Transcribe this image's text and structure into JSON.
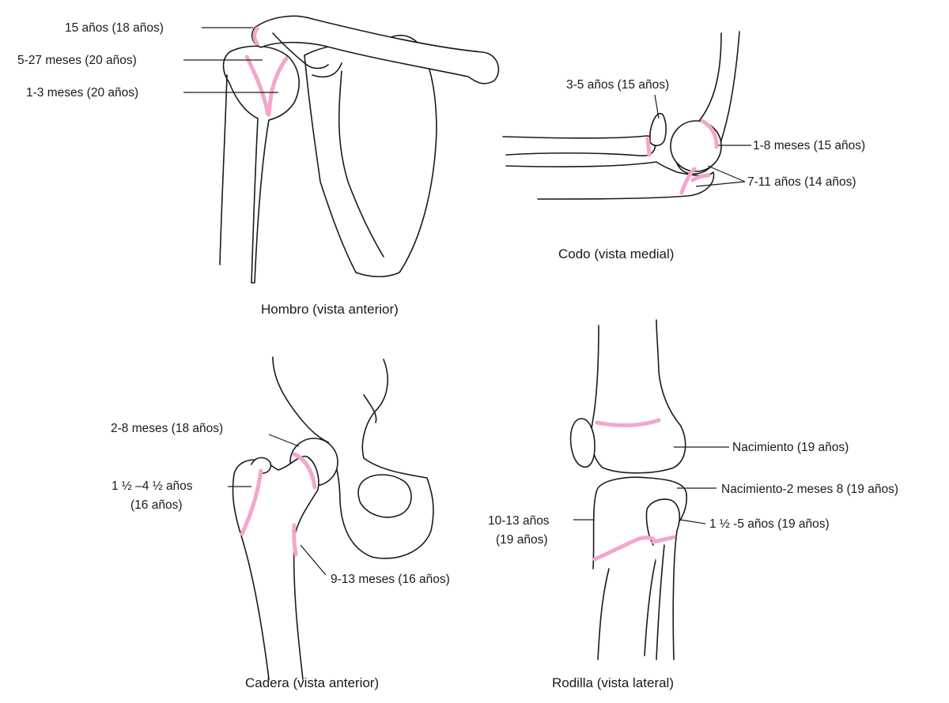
{
  "colors": {
    "growth_plate": "#f4a6cc",
    "outline": "#1a1a1a",
    "background": "#ffffff"
  },
  "panels": {
    "shoulder": {
      "caption": "Hombro (vista anterior)",
      "labels": [
        "15 años (18 años)",
        "5-27 meses (20 años)",
        "1-3 meses (20 años)"
      ]
    },
    "elbow": {
      "caption": "Codo (vista medial)",
      "labels": [
        "3-5 años (15 años)",
        "1-8 meses (15 años)",
        "7-11 años (14 años)"
      ]
    },
    "hip": {
      "caption": "Cadera (vista anterior)",
      "labels": [
        "2-8 meses (18 años)",
        "1 ½ –4 ½ años",
        "(16 años)",
        "9-13 meses (16 años)"
      ]
    },
    "knee": {
      "caption": "Rodilla (vista lateral)",
      "labels": [
        "Nacimiento (19 años)",
        "Nacimiento-2 meses 8 (19 años)",
        "10-13 años",
        "(19 años)",
        "1 ½ -5 años (19 años)"
      ]
    }
  }
}
